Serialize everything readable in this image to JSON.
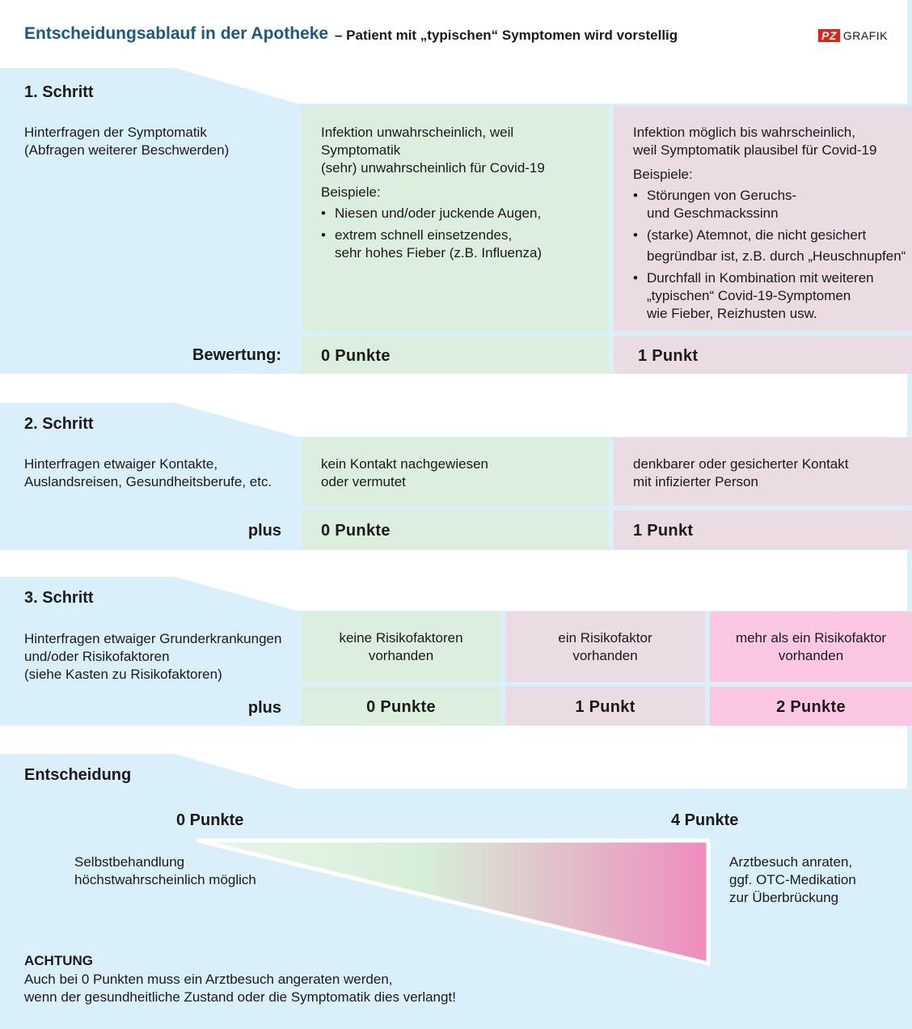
{
  "header": {
    "title": "Entscheidungsablauf in der Apotheke",
    "subtitle": "–  Patient mit „typischen“ Symptomen wird vorstellig",
    "logo_pz": "PZ",
    "logo_grafik": "GRAFIK"
  },
  "step1": {
    "heading": "1. Schritt",
    "desc": [
      "Hinterfragen der Symptomatik",
      "(Abfragen weiterer Beschwerden)"
    ],
    "rating_label": "Bewertung:",
    "left": {
      "lines": [
        "Infektion unwahrscheinlich, weil Symptomatik",
        "(sehr) unwahrscheinlich für Covid-19"
      ],
      "examples_label": "Beispiele:",
      "examples": [
        [
          "Niesen und/oder juckende Augen,"
        ],
        [
          "extrem schnell einsetzendes,",
          "sehr hohes Fieber (z.B. Influenza)"
        ]
      ],
      "score": "0 Punkte"
    },
    "right": {
      "lines": [
        "Infektion möglich bis wahrscheinlich,",
        "weil Symptomatik plausibel für Covid-19"
      ],
      "examples_label": "Beispiele:",
      "examples": [
        [
          "Störungen von Geruchs-",
          "und Geschmackssinn"
        ],
        [
          "(starke) Atemnot, die nicht gesichert",
          "begründbar ist, z.B. durch „Heuschnupfen“"
        ],
        [
          "Durchfall in Kombination mit weiteren",
          "„typischen“ Covid-19-Symptomen",
          "wie Fieber, Reizhusten usw."
        ]
      ],
      "score": "1 Punkt"
    }
  },
  "step2": {
    "heading": "2. Schritt",
    "desc": [
      "Hinterfragen etwaiger Kontakte,",
      "Auslandsreisen, Gesundheitsberufe, etc."
    ],
    "plus_label": "plus",
    "left": {
      "lines": [
        "kein Kontakt nachgewiesen",
        "oder vermutet"
      ],
      "score": "0 Punkte"
    },
    "right": {
      "lines": [
        "denkbarer oder gesicherter Kontakt",
        "mit infizierter Person"
      ],
      "score": "1 Punkt"
    }
  },
  "step3": {
    "heading": "3. Schritt",
    "desc": [
      "Hinterfragen etwaiger Grunderkrankungen",
      "und/oder Risikofaktoren",
      "(siehe Kasten zu Risikofaktoren)"
    ],
    "plus_label": "plus",
    "col1": {
      "lines": [
        "keine Risikofaktoren",
        "vorhanden"
      ],
      "score": "0 Punkte"
    },
    "col2": {
      "lines": [
        "ein Risikofaktor",
        "vorhanden"
      ],
      "score": "1 Punkt"
    },
    "col3": {
      "lines": [
        "mehr als ein Risikofaktor",
        "vorhanden"
      ],
      "score": "2 Punkte"
    }
  },
  "decision": {
    "heading": "Entscheidung",
    "min_label": "0 Punkte",
    "max_label": "4 Punkte",
    "min_text": [
      "Selbstbehandlung",
      "höchstwahrscheinlich möglich"
    ],
    "max_text": [
      "Arztbesuch anraten,",
      "ggf. OTC-Medikation",
      "zur Überbrückung"
    ],
    "warning_title": "ACHTUNG",
    "warning_text": [
      "Auch bei 0 Punkten muss ein Arztbesuch angeraten werden,",
      "wenn der gesundheitliche Zustand oder die Symptomatik dies verlangt!"
    ]
  },
  "colors": {
    "background_blue": "#d9f0fb",
    "green": "#dceedd",
    "rose": "#ebdbe2",
    "pink": "#fbc7e2",
    "title_blue": "#1b5a80",
    "wedge_start": "#d6efd8",
    "wedge_end": "#ee8cbd"
  }
}
